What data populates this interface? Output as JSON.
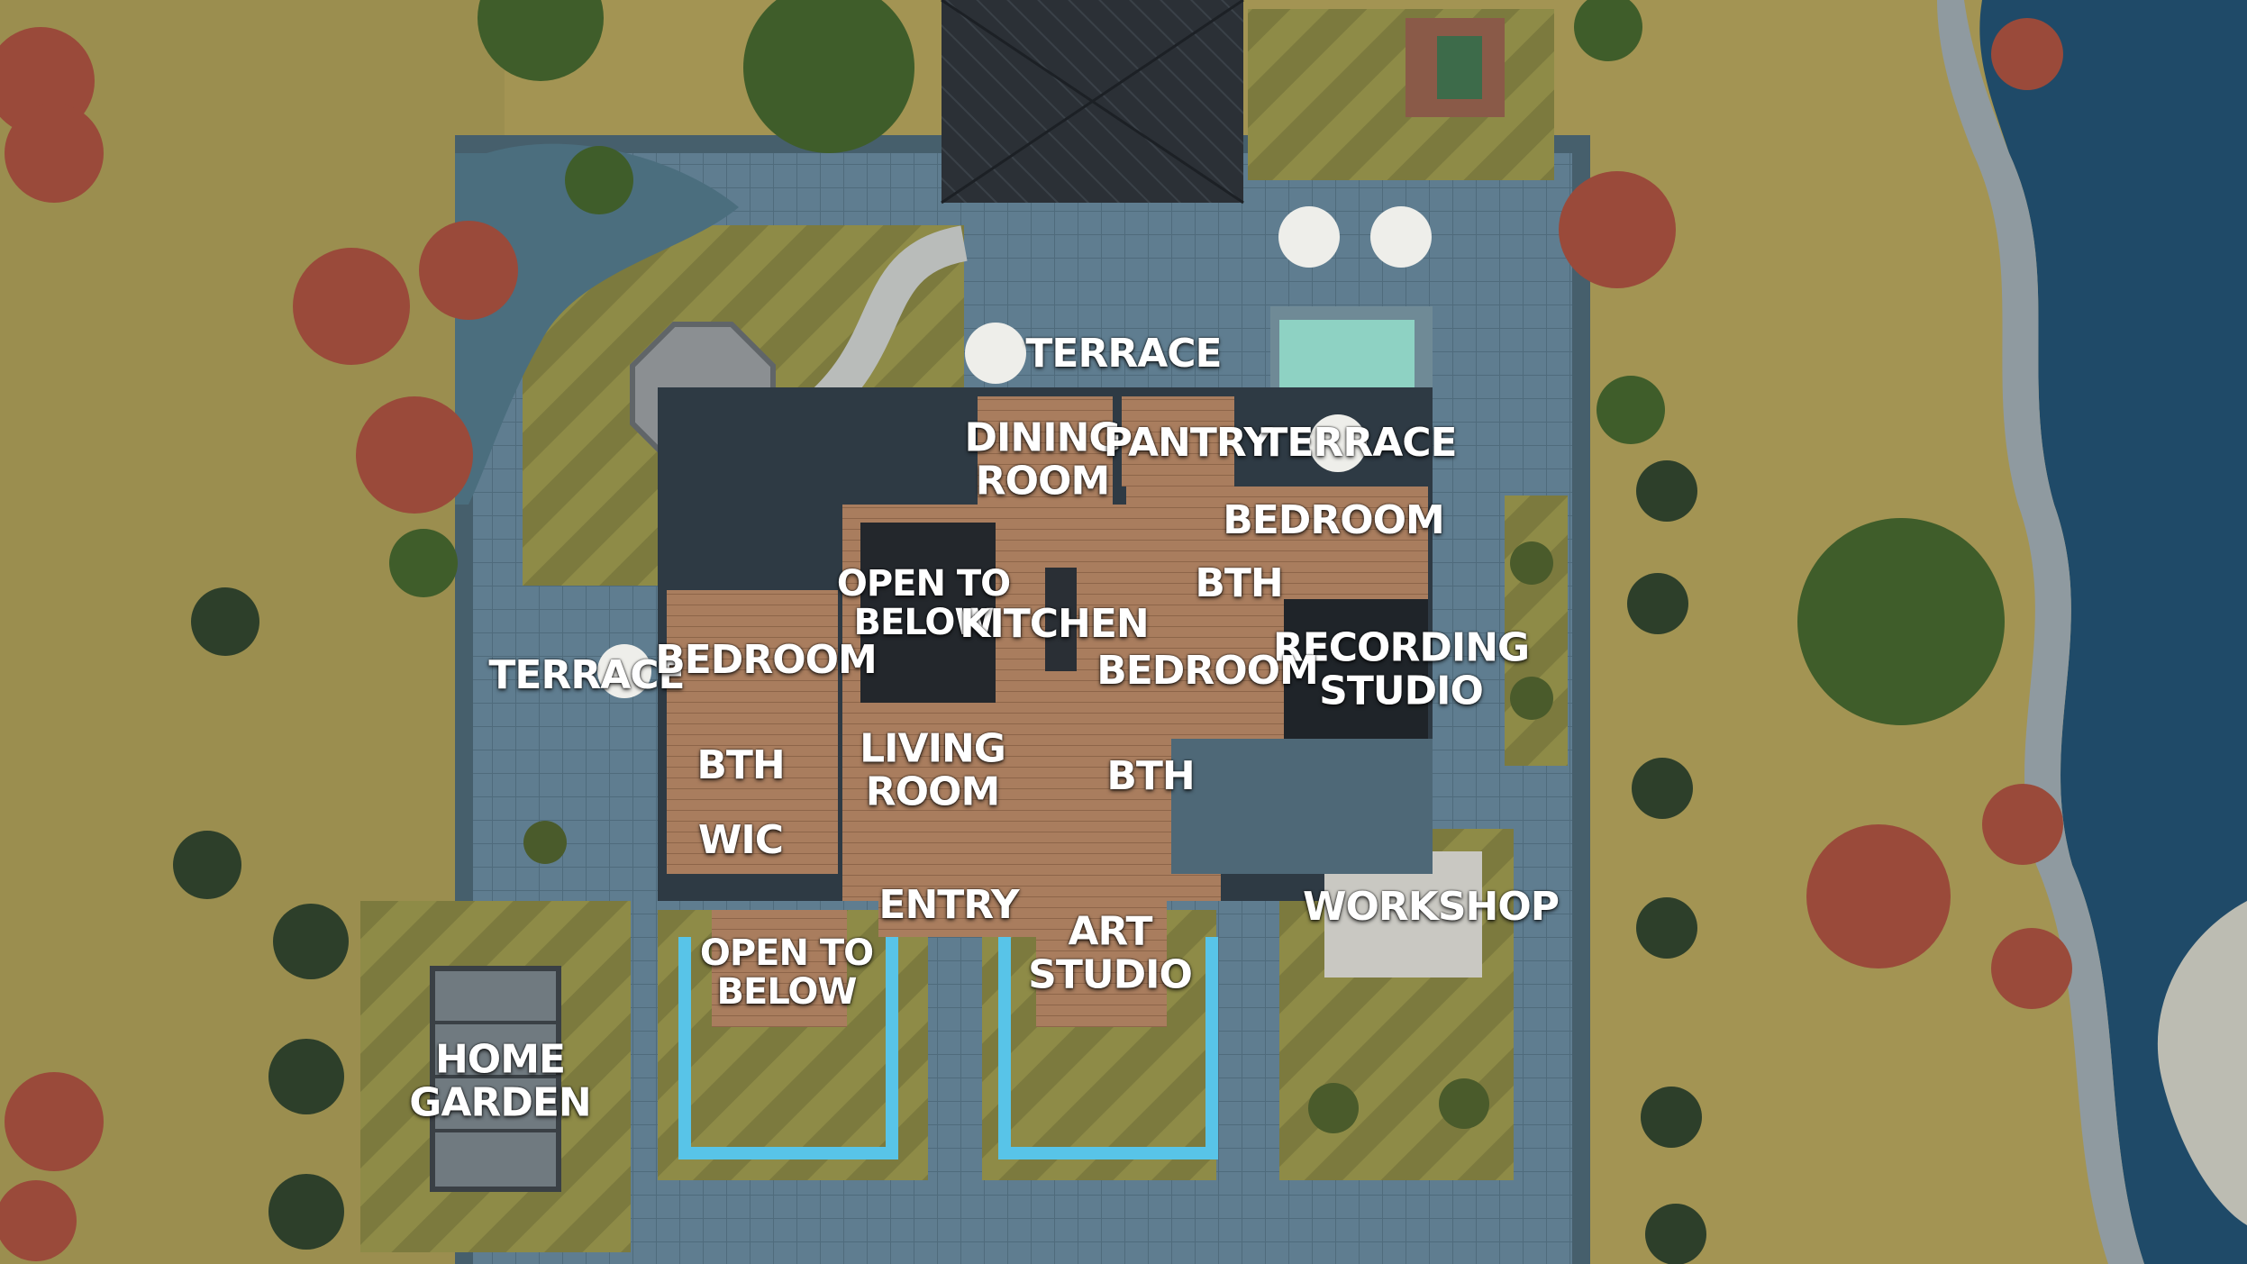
{
  "colors": {
    "grass_dry": "#a39453",
    "lawn": "#7c7a3e",
    "lawn_stripe": "#8e8b47",
    "paving": "#5f7d90",
    "stone_wall": "#425b6a",
    "wood_floor": "#a97d5e",
    "roof": "#2b3036",
    "pool": "#8ed2c3",
    "channel": "#58c4e8",
    "water": "#1f4a68",
    "tree_red": "#9a4a3a",
    "tree_green": "#3f5d2a",
    "label": "#ffffff"
  },
  "labels": [
    {
      "lines": [
        "TERRACE"
      ]
    },
    {
      "lines": [
        "DINING",
        "ROOM"
      ]
    },
    {
      "lines": [
        "PANTRY"
      ]
    },
    {
      "lines": [
        "TERRACE"
      ]
    },
    {
      "lines": [
        "BEDROOM"
      ]
    },
    {
      "lines": [
        "OPEN TO",
        "BELOW"
      ]
    },
    {
      "lines": [
        "KITCHEN"
      ]
    },
    {
      "lines": [
        "BTH"
      ]
    },
    {
      "lines": [
        "RECORDING",
        "STUDIO"
      ]
    },
    {
      "lines": [
        "TERRACE"
      ]
    },
    {
      "lines": [
        "BEDROOM"
      ]
    },
    {
      "lines": [
        "BEDROOM"
      ]
    },
    {
      "lines": [
        "LIVING",
        "ROOM"
      ]
    },
    {
      "lines": [
        "BTH"
      ]
    },
    {
      "lines": [
        "BTH"
      ]
    },
    {
      "lines": [
        "WIC"
      ]
    },
    {
      "lines": [
        "ENTRY"
      ]
    },
    {
      "lines": [
        "ART",
        "STUDIO"
      ]
    },
    {
      "lines": [
        "WORKSHOP"
      ]
    },
    {
      "lines": [
        "OPEN TO",
        "BELOW"
      ]
    },
    {
      "lines": [
        "HOME",
        "GARDEN"
      ]
    }
  ]
}
